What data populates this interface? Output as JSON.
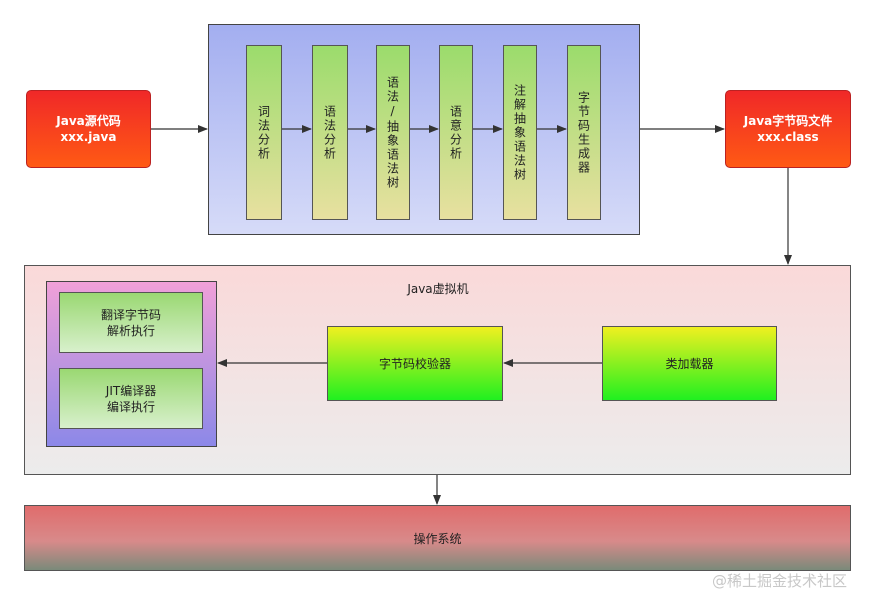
{
  "source_file": {
    "line1": "Java源代码",
    "line2": "xxx.java"
  },
  "compiler": {
    "stages": [
      "词法分析",
      "语法分析",
      "语法/抽象语法树",
      "语意分析",
      "注解抽象语法树",
      "字节码生成器"
    ]
  },
  "class_file": {
    "line1": "Java字节码文件",
    "line2": "xxx.class"
  },
  "jvm": {
    "title": "Java虚拟机",
    "class_loader": "类加载器",
    "verifier": "字节码校验器",
    "interpreter": {
      "line1": "翻译字节码",
      "line2": "解析执行"
    },
    "jit": {
      "line1": "JIT编译器",
      "line2": "编译执行"
    }
  },
  "os": {
    "label": "操作系统"
  },
  "watermark": "@稀土掘金技术社区",
  "colors": {
    "red_node": "#f02828",
    "compiler_bg": "#a3aef0",
    "stage_green": "#9bdc6c",
    "jvm_bg": "#fad9d9",
    "exec_pink": "#f0a0d8",
    "exec_blue": "#8c88e8",
    "yellow_green": "#f0f020",
    "os_red": "#e06c6c"
  }
}
